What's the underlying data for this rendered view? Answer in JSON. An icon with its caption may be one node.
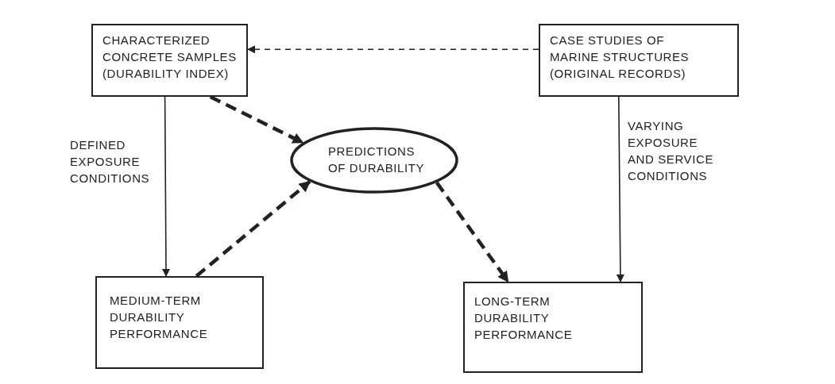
{
  "diagram": {
    "nodes": [
      {
        "text": [
          "CHARACTERIZED CONCRETE SAMPLES (DURABILITY INDEX)"
        ]
      },
      {
        "text": [
          "CASE STUDIES OF MARINE STRUCTURES (ORIGINAL RECORDS)"
        ]
      },
      {
        "text": [
          "PREDICTIONS OF DURABILITY"
        ]
      },
      {
        "text": [
          "MEDIUM-TERM DURABILITY PERFORMANCE"
        ]
      },
      {
        "text": [
          "LONG-TERM DURABILITY PERFORMANCE"
        ]
      }
    ],
    "edges": [
      {
        "from": 1,
        "to": 0,
        "arrow": "to",
        "style": "dashed"
      },
      {
        "from": 0,
        "to": 3,
        "arrow": "to",
        "label": "DEFINED EXPOSURE CONDITIONS"
      },
      {
        "from": 1,
        "to": 4,
        "arrow": "to",
        "label": "VARYING EXPOSURE AND SERVICE CONDITIONS"
      },
      {
        "from": 0,
        "to": 2,
        "arrow": "to",
        "style": "dashed"
      },
      {
        "from": 3,
        "to": 2,
        "arrow": "to",
        "style": "dashed"
      },
      {
        "from": 2,
        "to": 4,
        "arrow": "to",
        "style": "dashed"
      }
    ]
  }
}
